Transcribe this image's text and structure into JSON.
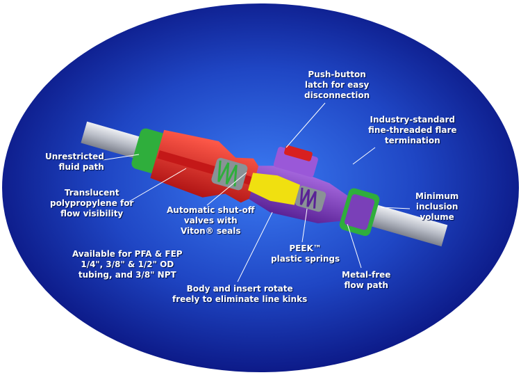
{
  "labels": {
    "unrestricted": [
      "Unrestricted",
      "fluid path"
    ],
    "translucent": [
      "Translucent",
      "polypropylene for",
      "flow visibility"
    ],
    "available": [
      "Available for PFA & FEP",
      "1/4\", 3/8\" & 1/2\" OD",
      "tubing, and 3/8\" NPT"
    ],
    "pushbutton": [
      "Push-button",
      "latch for easy",
      "disconnection"
    ],
    "industry": [
      "Industry-standard",
      "fine-threaded flare",
      "termination"
    ],
    "minimum": [
      "Minimum",
      "inclusion",
      "volume"
    ],
    "shutoff": [
      "Automatic shut-off",
      "valves with",
      "Viton® seals"
    ],
    "peek": [
      "PEEK™",
      "plastic springs"
    ],
    "metalfree": [
      "Metal-free",
      "flow path"
    ],
    "body": [
      "Body and insert rotate",
      "freely to eliminate line kinks"
    ]
  },
  "colors": {
    "background_center": "#2f6bea",
    "background_edge": "#0a1480",
    "red_body": "#e02020",
    "purple_body": "#8a3fc8",
    "green_seal": "#2fae3c",
    "yellow_insert": "#f0e010",
    "tube": "#c8ccd4"
  }
}
